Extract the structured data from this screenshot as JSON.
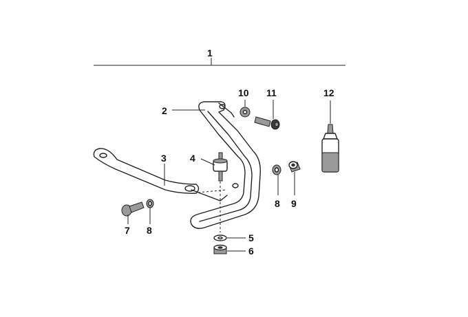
{
  "labels": {
    "assembly": "1",
    "bracket_large": "2",
    "bracket_strut": "3",
    "rubber_mount": "4",
    "washer_lower": "5",
    "nut_lower": "6",
    "bolt_left": "7",
    "washer_left": "8",
    "washer_right": "8",
    "nut_right": "9",
    "washer_top": "10",
    "bolt_top": "11",
    "adhesive_bottle": "12"
  }
}
